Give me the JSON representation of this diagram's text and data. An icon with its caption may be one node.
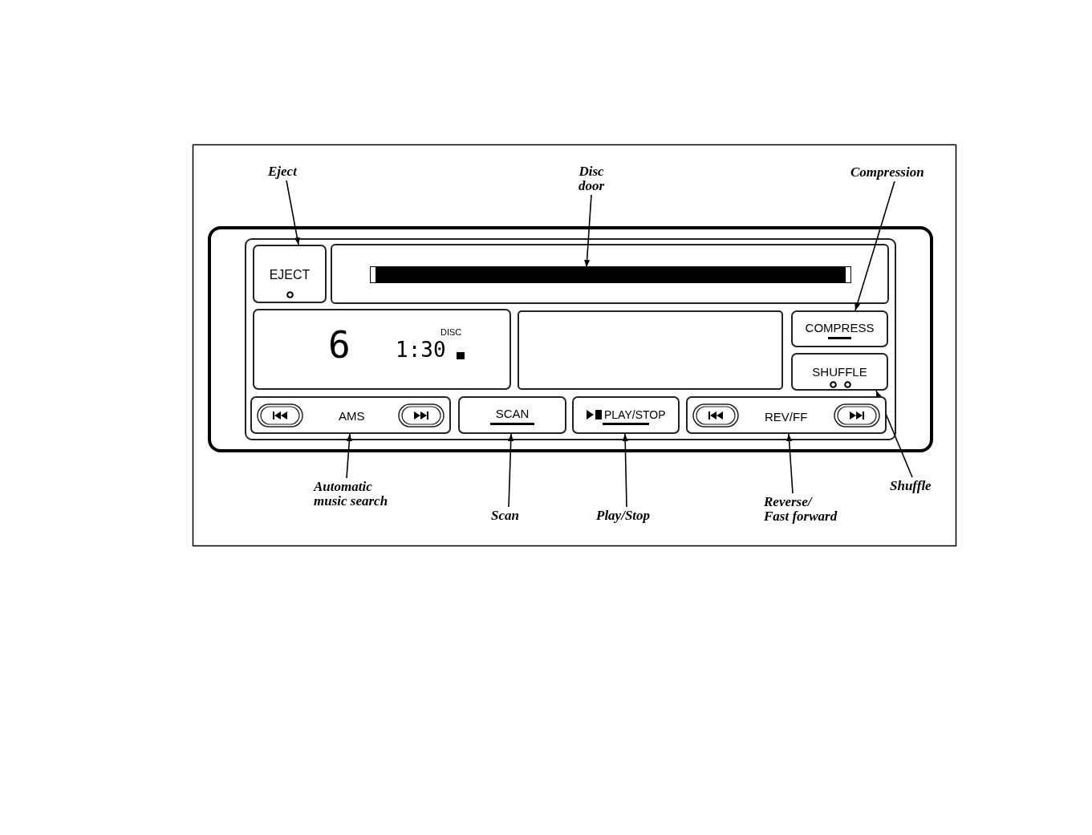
{
  "diagram": {
    "nodes": [
      {
        "text": [
          "Eject"
        ]
      },
      {
        "text": [
          "Disc door"
        ]
      },
      {
        "text": [
          "Compression"
        ]
      },
      {
        "text": [
          "EJECT"
        ]
      },
      {
        "text": [],
        "shape": "bar"
      },
      {
        "text": [
          "6",
          "DISC",
          "1:30"
        ]
      },
      {
        "text": [],
        "shape": "box"
      },
      {
        "text": [
          "COMPRESS"
        ]
      },
      {
        "text": [
          "SHUFFLE"
        ]
      },
      {
        "text": [
          "AMS"
        ]
      },
      {
        "text": [
          "SCAN"
        ]
      },
      {
        "text": [
          "PLAY/STOP"
        ]
      },
      {
        "text": [
          "REV/FF"
        ]
      },
      {
        "text": [
          "Automatic music search"
        ]
      },
      {
        "text": [
          "Scan"
        ]
      },
      {
        "text": [
          "Play/Stop"
        ]
      },
      {
        "text": [
          "Shuffle"
        ]
      },
      {
        "text": [
          "Reverse/ Fast forward"
        ]
      }
    ],
    "edges": [
      {
        "from": 0,
        "to": 3,
        "arrow": "to"
      },
      {
        "from": 1,
        "to": 4,
        "arrow": "to"
      },
      {
        "from": 2,
        "to": 7,
        "arrow": "to"
      },
      {
        "from": 13,
        "to": 9,
        "arrow": "to"
      },
      {
        "from": 14,
        "to": 10,
        "arrow": "to"
      },
      {
        "from": 15,
        "to": 11,
        "arrow": "to"
      },
      {
        "from": 17,
        "to": 12,
        "arrow": "to"
      },
      {
        "from": 16,
        "to": 8,
        "arrow": "to"
      }
    ]
  }
}
